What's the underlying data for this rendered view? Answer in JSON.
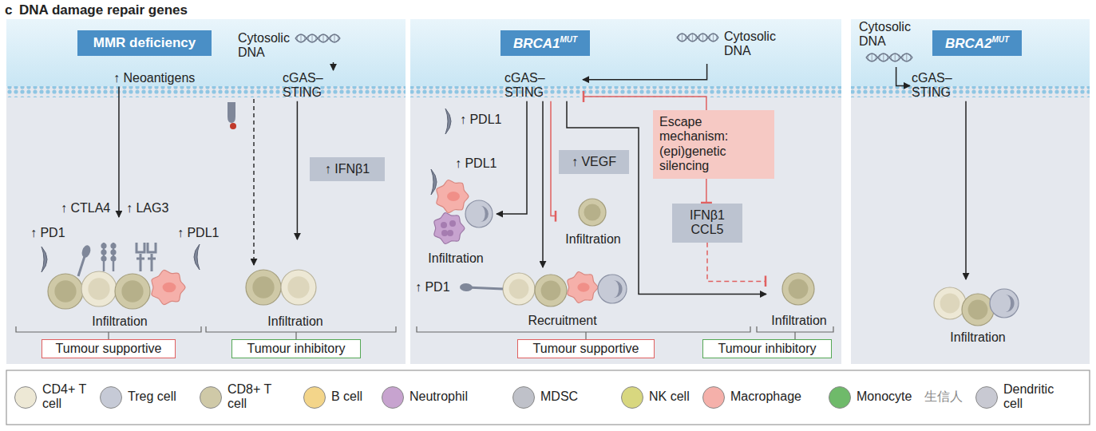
{
  "diagram": {
    "title": "DNA damage repair genes",
    "nodes": [
      {
        "text": [
          "MMR deficiency"
        ]
      },
      {
        "text": [
          "Cytosolic DNA"
        ]
      },
      {
        "text": [
          "cGAS–STING"
        ]
      },
      {
        "text": [
          "↑ Neoantigens"
        ]
      },
      {
        "text": [
          "↑ IFNβ1"
        ]
      },
      {
        "text": [
          "Infiltration"
        ]
      },
      {
        "text": [
          "Infiltration"
        ]
      },
      {
        "text": [
          "Tumour supportive"
        ]
      },
      {
        "text": [
          "Tumour inhibitory"
        ]
      },
      {
        "text": [
          "BRCA1",
          "MUT"
        ]
      },
      {
        "text": [
          "Cytosolic DNA"
        ]
      },
      {
        "text": [
          "cGAS–STING"
        ]
      },
      {
        "text": [
          "↑ VEGF"
        ]
      },
      {
        "text": [
          "Escape mechanism: (epi)genetic silencing"
        ]
      },
      {
        "text": [
          "IFNβ1 CCL5"
        ]
      },
      {
        "text": [
          "Infiltration"
        ]
      },
      {
        "text": [
          "Infiltration"
        ]
      },
      {
        "text": [
          "Recruitment"
        ]
      },
      {
        "text": [
          "Infiltration"
        ]
      },
      {
        "text": [
          "Tumour supportive"
        ]
      },
      {
        "text": [
          "Tumour inhibitory"
        ]
      },
      {
        "text": [
          "Cytosolic DNA"
        ]
      },
      {
        "text": [
          "BRCA2",
          "MUT"
        ]
      },
      {
        "text": [
          "cGAS–STING"
        ]
      },
      {
        "text": [
          "Infiltration"
        ]
      }
    ],
    "edges": [
      {
        "from": 1,
        "to": 2,
        "arrow": "to"
      },
      {
        "from": 3,
        "to": 5,
        "arrow": "to"
      },
      {
        "from": 2,
        "to": 6,
        "arrow": "to"
      },
      {
        "from": 10,
        "to": 11,
        "arrow": "to"
      },
      {
        "from": 13,
        "to": 11,
        "arrow": "to"
      },
      {
        "from": 11,
        "to": 15,
        "arrow": "to"
      },
      {
        "from": 11,
        "to": 16,
        "arrow": "to"
      },
      {
        "from": 11,
        "to": 17,
        "arrow": "to"
      },
      {
        "from": 11,
        "to": 18,
        "arrow": "to"
      },
      {
        "from": 13,
        "to": 14,
        "arrow": "to"
      },
      {
        "from": 14,
        "to": 18,
        "arrow": "to"
      },
      {
        "from": 21,
        "to": 23,
        "arrow": "to"
      },
      {
        "from": 23,
        "to": 24,
        "arrow": "to"
      }
    ],
    "labels": [
      "c",
      "↑ PD1",
      "↑ CTLA4",
      "↑ LAG3",
      "↑ PDL1",
      "↑ PDL1",
      "↑ PDL1",
      "↑ PD1",
      "生信人"
    ],
    "legend": [
      {
        "text": "CD4+ T cell",
        "color": "#ede8d5"
      },
      {
        "text": "Treg cell",
        "color": "#c6cad6"
      },
      {
        "text": "CD8+ T cell",
        "color": "#cfc9a7"
      },
      {
        "text": "B cell",
        "color": "#f3d58a"
      },
      {
        "text": "Neutrophil",
        "color": "#c7a3cf"
      },
      {
        "text": "MDSC",
        "color": "#bfc1c9"
      },
      {
        "text": "NK cell",
        "color": "#d8d77f"
      },
      {
        "text": "Macrophage",
        "color": "#f5b0aa"
      },
      {
        "text": "Monocyte",
        "color": "#6fba6a"
      },
      {
        "text": "Dendritic cell",
        "color": "#c8c9d2"
      }
    ]
  }
}
